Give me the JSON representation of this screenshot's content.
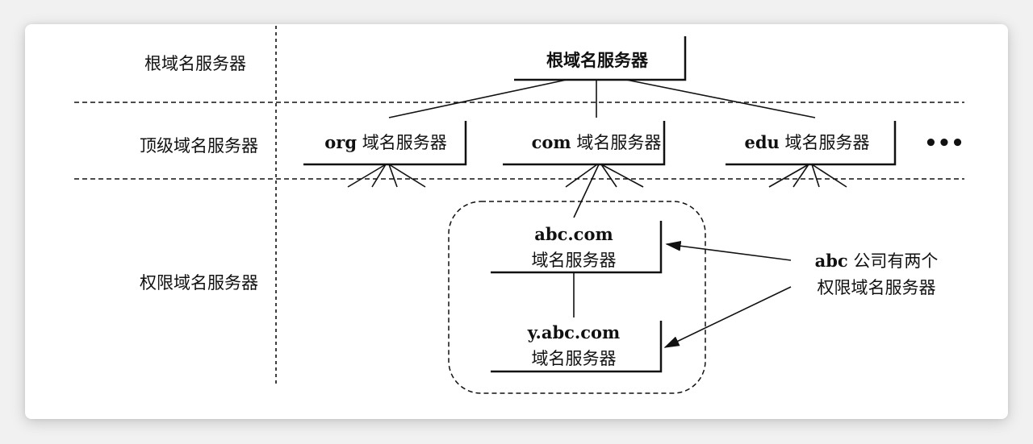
{
  "levels": {
    "root": "根域名服务器",
    "top": "顶级域名服务器",
    "authoritative": "权限域名服务器"
  },
  "nodes": {
    "root": {
      "line1": "根域名服务器"
    },
    "org": {
      "prefix": "org",
      "suffix": "域名服务器"
    },
    "com": {
      "prefix": "com",
      "suffix": "域名服务器"
    },
    "edu": {
      "prefix": "edu",
      "suffix": "域名服务器"
    },
    "abc": {
      "line1": "abc.com",
      "line2": "域名服务器"
    },
    "yabc": {
      "line1": "y.abc.com",
      "line2": "域名服务器"
    }
  },
  "more": "•••",
  "annotation": {
    "line1_prefix": "abc",
    "line1_rest": "公司有两个",
    "line2": "权限域名服务器"
  },
  "colors": {
    "ink": "#111111",
    "card": "#ffffff",
    "background": "#f1f1f1"
  }
}
